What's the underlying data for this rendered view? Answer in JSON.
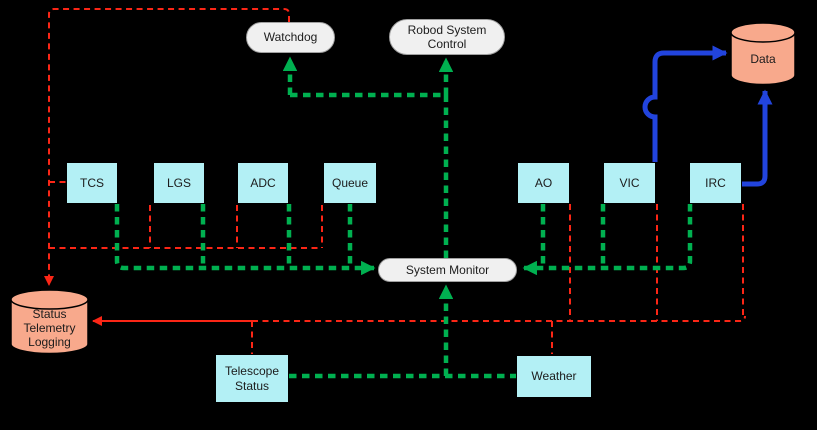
{
  "diagram_title": "",
  "colors": {
    "background": "#000000",
    "box-fill": "#b3f0f5",
    "box-border": "#000000",
    "cylinder-fill": "#f8a98c",
    "cylinder-border": "#000000",
    "pill-fill": "#f0f0f0",
    "pill-border": "#a0a0a0",
    "green": "#00b050",
    "red": "#fb2616",
    "blue": "#2244dd",
    "text": "#1c1c1c"
  },
  "nodes": {
    "watchdog": {
      "label": "Watchdog",
      "shape": "stadium"
    },
    "robod_system_control": {
      "label": "Robod System Control",
      "shape": "stadium"
    },
    "system_monitor": {
      "label": "System Monitor",
      "shape": "stadium"
    },
    "data_store": {
      "label": "Data",
      "shape": "cylinder"
    },
    "status_telemetry_logging": {
      "label": "Status Telemetry Logging",
      "shape": "cylinder"
    },
    "tcs": {
      "label": "TCS",
      "shape": "box"
    },
    "lgs": {
      "label": "LGS",
      "shape": "box"
    },
    "adc": {
      "label": "ADC",
      "shape": "box"
    },
    "queue": {
      "label": "Queue",
      "shape": "box"
    },
    "ao": {
      "label": "AO",
      "shape": "box"
    },
    "vic": {
      "label": "VIC",
      "shape": "box"
    },
    "irc": {
      "label": "IRC",
      "shape": "box"
    },
    "telescope_status": {
      "label": "Telescope Status",
      "shape": "box"
    },
    "weather": {
      "label": "Weather",
      "shape": "box"
    }
  },
  "edges": [
    {
      "from": "TCS",
      "to": "System Monitor",
      "color": "green",
      "style": "dashed",
      "arrow": true
    },
    {
      "from": "LGS",
      "to": "System Monitor",
      "color": "green",
      "style": "dashed",
      "arrow": true
    },
    {
      "from": "ADC",
      "to": "System Monitor",
      "color": "green",
      "style": "dashed",
      "arrow": true
    },
    {
      "from": "Queue",
      "to": "System Monitor",
      "color": "green",
      "style": "dashed",
      "arrow": true
    },
    {
      "from": "AO",
      "to": "System Monitor",
      "color": "green",
      "style": "dashed",
      "arrow": true
    },
    {
      "from": "VIC",
      "to": "System Monitor",
      "color": "green",
      "style": "dashed",
      "arrow": true
    },
    {
      "from": "IRC",
      "to": "System Monitor",
      "color": "green",
      "style": "dashed",
      "arrow": true
    },
    {
      "from": "Telescope Status",
      "to": "System Monitor",
      "color": "green",
      "style": "dashed",
      "arrow": true
    },
    {
      "from": "Weather",
      "to": "System Monitor",
      "color": "green",
      "style": "dashed",
      "arrow": true
    },
    {
      "from": "System Monitor",
      "to": "Watchdog",
      "color": "green",
      "style": "dashed",
      "arrow": true
    },
    {
      "from": "System Monitor",
      "to": "Robod System Control",
      "color": "green",
      "style": "dashed",
      "arrow": true
    },
    {
      "from": "VIC",
      "to": "Data",
      "color": "blue",
      "style": "solid",
      "arrow": true
    },
    {
      "from": "IRC",
      "to": "Data",
      "color": "blue",
      "style": "solid",
      "arrow": true
    },
    {
      "from": "Watchdog",
      "to": "Status Telemetry Logging",
      "color": "red",
      "style": "dashed",
      "arrow": true
    },
    {
      "from": "TCS",
      "to": "Status Telemetry Logging",
      "color": "red",
      "style": "dashed",
      "arrow": true
    },
    {
      "from": "LGS",
      "to": "Status Telemetry Logging",
      "color": "red",
      "style": "dashed",
      "arrow": true
    },
    {
      "from": "ADC",
      "to": "Status Telemetry Logging",
      "color": "red",
      "style": "dashed",
      "arrow": true
    },
    {
      "from": "Queue",
      "to": "Status Telemetry Logging",
      "color": "red",
      "style": "dashed",
      "arrow": true
    },
    {
      "from": "AO",
      "to": "Status Telemetry Logging",
      "color": "red",
      "style": "dashed",
      "arrow": true
    },
    {
      "from": "VIC",
      "to": "Status Telemetry Logging",
      "color": "red",
      "style": "dashed",
      "arrow": true
    },
    {
      "from": "IRC",
      "to": "Status Telemetry Logging",
      "color": "red",
      "style": "dashed",
      "arrow": true
    },
    {
      "from": "Telescope Status",
      "to": "Status Telemetry Logging",
      "color": "red",
      "style": "dashed",
      "arrow": true
    },
    {
      "from": "Weather",
      "to": "Status Telemetry Logging",
      "color": "red",
      "style": "solid",
      "arrow": true
    }
  ]
}
